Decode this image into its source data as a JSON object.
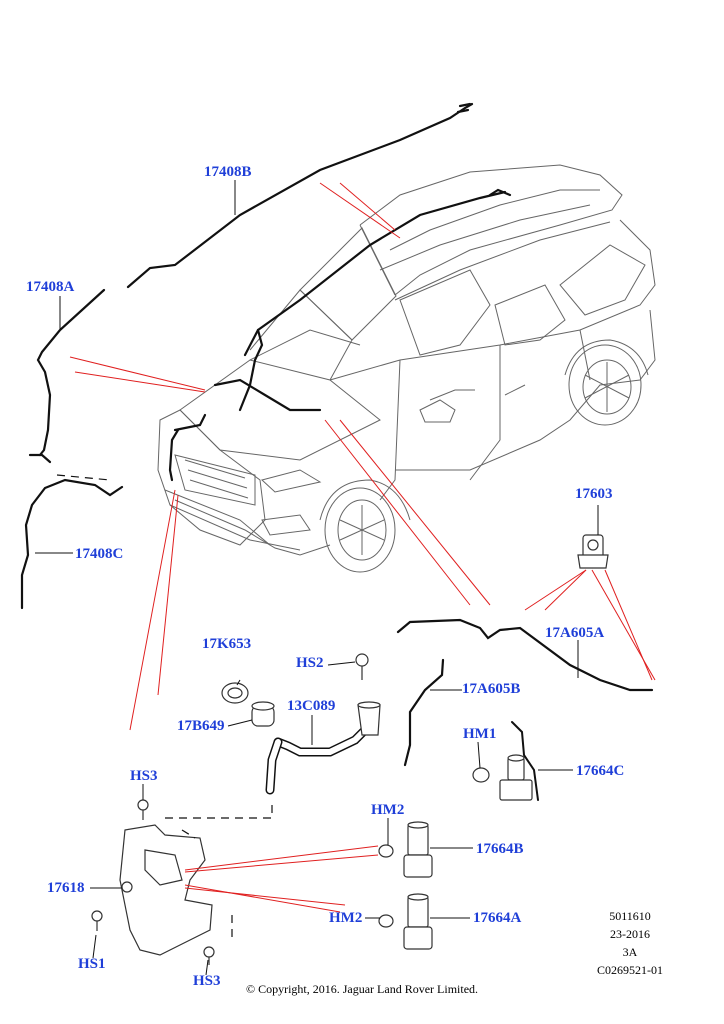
{
  "labels": {
    "l17408B": "17408B",
    "l17408A": "17408A",
    "l17408C": "17408C",
    "l17603": "17603",
    "l17A605A": "17A605A",
    "l17A605B": "17A605B",
    "l17K653": "17K653",
    "lHS2": "HS2",
    "l13C089": "13C089",
    "l17B649": "17B649",
    "lHM1": "HM1",
    "l17664C": "17664C",
    "lHS3a": "HS3",
    "lHM2a": "HM2",
    "l17664B": "17664B",
    "l17618": "17618",
    "lHM2b": "HM2",
    "l17664A": "17664A",
    "lHS1": "HS1",
    "lHS3b": "HS3"
  },
  "meta": {
    "line1": "5011610",
    "line2": "23-2016",
    "line3": "3A",
    "line4": "C0269521-01"
  },
  "copyright": "© Copyright, 2016. Jaguar Land Rover Limited.",
  "colors": {
    "label": "#1f3fd8",
    "leader": "#e02020",
    "hose": "#111111",
    "outline": "#555555"
  }
}
